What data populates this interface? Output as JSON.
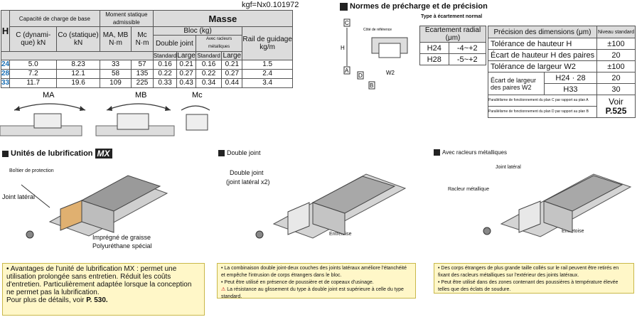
{
  "header_note": "kgf=Nx0.101972",
  "main_table": {
    "col_h": "H",
    "col_c": "C (dynami-que) kN",
    "col_co": "Co (statique) kN",
    "col_mamb": "MA, MB N·m",
    "col_mc": "Mc N·m",
    "group_charge": "Capacité de charge de base",
    "group_moment": "Moment statique admissible",
    "group_masse": "Masse",
    "group_bloc": "Bloc (kg)",
    "group_double": "Double joint",
    "group_racleurs": "Avec racleurs métalliques",
    "col_rail": "Rail de guidage kg/m",
    "sub_standard": "Standard",
    "sub_large": "Large",
    "rows": [
      {
        "h": "24",
        "c": "5.0",
        "co": "8.23",
        "mamb": "33",
        "mc": "57",
        "d_std": "0.16",
        "d_lg": "0.21",
        "r_std": "0.16",
        "r_lg": "0.21",
        "rail": "1.5"
      },
      {
        "h": "28",
        "c": "7.2",
        "co": "12.1",
        "mamb": "58",
        "mc": "135",
        "d_std": "0.22",
        "d_lg": "0.27",
        "r_std": "0.22",
        "r_lg": "0.27",
        "rail": "2.4"
      },
      {
        "h": "33",
        "c": "11.7",
        "co": "19.6",
        "mamb": "109",
        "mc": "225",
        "d_std": "0.33",
        "d_lg": "0.43",
        "r_std": "0.34",
        "r_lg": "0.44",
        "rail": "3.4"
      }
    ]
  },
  "moments": {
    "ma": "MA",
    "mb": "MB",
    "mc": "Mc"
  },
  "precharge": {
    "title": "Normes de précharge et de précision",
    "subtitle": "Type à écartement normal",
    "ref_label": "Côté de référence",
    "dims": {
      "c": "C",
      "h": "H",
      "a": "A",
      "d": "D",
      "w2": "W2",
      "b": "B"
    },
    "header": "Ecartement radial (μm)",
    "rows": [
      {
        "size": "H24",
        "value": "-4~+2"
      },
      {
        "size": "H28",
        "value": "-5~+2"
      }
    ]
  },
  "precision": {
    "h_col1": "Précision des dimensions (μm)",
    "h_col2": "Niveau standard",
    "r1_label": "Tolérance de hauteur H",
    "r1_val": "±100",
    "r2_label": "Écart de hauteur H des paires",
    "r2_val": "20",
    "r3_label": "Tolérance de largeur W2",
    "r3_val": "±100",
    "r4_label": "Écart de largeur des paires W2",
    "r4_sub1": "H24 · 28",
    "r4_val1": "20",
    "r4_sub2": "H33",
    "r4_val2": "30",
    "r5_label": "Parallélisme de fonctionnement du plan C par rapport au plan A",
    "r6_label": "Parallélisme de fonctionnement du plan D par rapport au plan B",
    "voir": "Voir",
    "page": "P.525"
  },
  "lubrif": {
    "title": "Unités de lubrification",
    "badge": "MX",
    "boitier": "Boîtier de protection",
    "joint": "Joint latéral",
    "impregne": "Imprégné de graisse",
    "poly": "Polyuréthane spécial",
    "note": "• Avantages de l'unité de lubrification MX : permet une utilisation prolongée sans entretien. Réduit les coûts d'entretien. Particulièrement adaptée lorsque la conception ne permet pas la lubrification.",
    "note_more": "Pour plus de détails, voir",
    "note_page": "P. 530."
  },
  "double": {
    "title": "Double joint",
    "label1": "Double joint",
    "label2": "(joint latéral x2)",
    "entretoise": "Entretoise",
    "note1": "• La combinaison double joint-deux couches des joints latéraux améliore l'étanchéité et empêche l'intrusion de corps étrangers dans le bloc.",
    "note2": "• Peut être utilisé en présence de poussière et de copeaux d'usinage.",
    "note3": "La résistance au glissement du type à double joint est supérieure à celle du type standard."
  },
  "racleurs": {
    "title": "Avec racleurs métalliques",
    "joint": "Joint latéral",
    "racleur": "Racleur métallique",
    "entretoise": "Entretoise",
    "note1": "• Des corps étrangers de plus grande taille collés sur le rail peuvent être retirés en fixant des racleurs métalliques sur l'extérieur des joints latéraux.",
    "note2": "• Peut être utilisé dans des zones contenant des poussières à température élevée telles que des éclats de soudure."
  }
}
